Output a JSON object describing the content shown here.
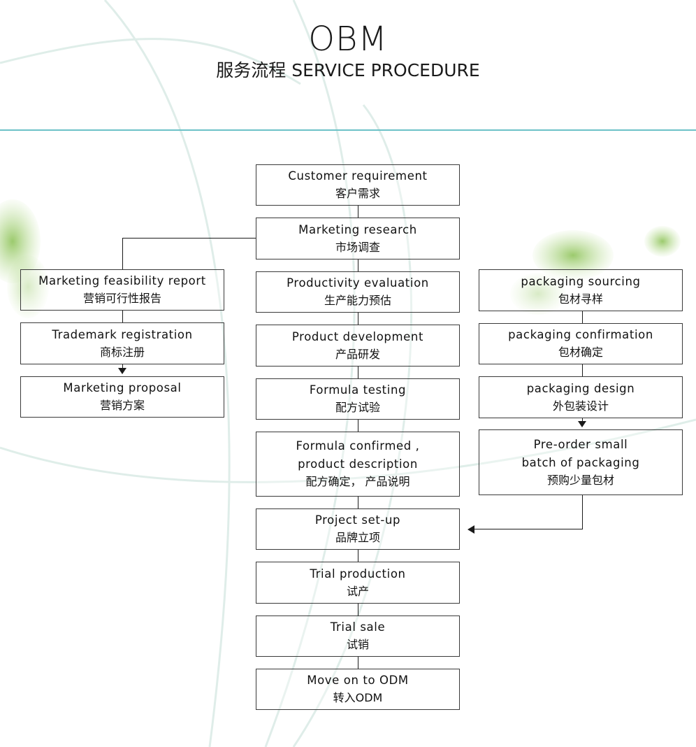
{
  "header": {
    "title": "OBM",
    "subtitle": "服务流程 SERVICE PROCEDURE"
  },
  "center_steps": [
    {
      "en": "Customer requirement",
      "cn": "客户需求"
    },
    {
      "en": "Marketing research",
      "cn": "市场调查"
    },
    {
      "en": "Productivity evaluation",
      "cn": "生产能力预估"
    },
    {
      "en": "Product development",
      "cn": "产品研发"
    },
    {
      "en": "Formula testing",
      "cn": "配方试验"
    },
    {
      "en": "Formula confirmed ,",
      "en2": "product description",
      "cn": "配方确定， 产品说明"
    },
    {
      "en": "Project set-up",
      "cn": "品牌立项"
    },
    {
      "en": "Trial production",
      "cn": "试产"
    },
    {
      "en": "Trial sale",
      "cn": "试销"
    },
    {
      "en": "Move on to ODM",
      "cn": "转入ODM"
    }
  ],
  "left_steps": [
    {
      "en": "Marketing feasibility report",
      "cn": "营销可行性报告"
    },
    {
      "en": "Trademark registration",
      "cn": "商标注册"
    },
    {
      "en": "Marketing proposal",
      "cn": "营销方案"
    }
  ],
  "right_steps": [
    {
      "en": "packaging sourcing",
      "cn": "包材寻样"
    },
    {
      "en": "packaging confirmation",
      "cn": "包材确定"
    },
    {
      "en": "packaging design",
      "cn": "外包装设计"
    },
    {
      "en": "Pre-order small",
      "en2": "batch of packaging",
      "cn": "预购少量包材"
    }
  ],
  "colors": {
    "accent_rule": "#6cc2c8",
    "box_border": "#3a3a3a",
    "leaf_green": "#8cc84b"
  }
}
